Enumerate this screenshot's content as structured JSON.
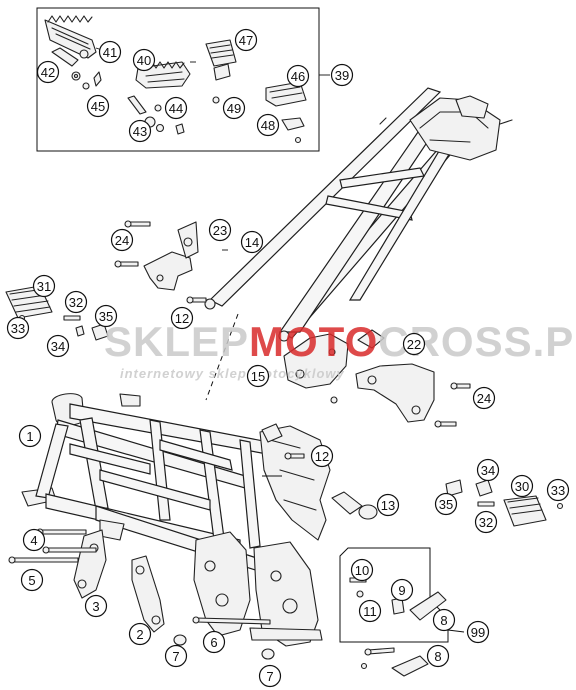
{
  "watermark": {
    "brand_left": "SKLEP",
    "brand_mid": "MOTO",
    "brand_right": "CROSS",
    "brand_tld": ".PL",
    "tagline": "internetowy sklep motocyklowy",
    "colors": {
      "grey": "#c9c9c9",
      "red": "#d92b2b"
    }
  },
  "callouts": [
    {
      "id": "c41",
      "label": "41"
    },
    {
      "id": "c42",
      "label": "42"
    },
    {
      "id": "c45",
      "label": "45"
    },
    {
      "id": "c40",
      "label": "40"
    },
    {
      "id": "c44",
      "label": "44"
    },
    {
      "id": "c43",
      "label": "43"
    },
    {
      "id": "c47",
      "label": "47"
    },
    {
      "id": "c46",
      "label": "46"
    },
    {
      "id": "c49",
      "label": "49"
    },
    {
      "id": "c48",
      "label": "48"
    },
    {
      "id": "c39",
      "label": "39"
    },
    {
      "id": "c23",
      "label": "23"
    },
    {
      "id": "c24a",
      "label": "24"
    },
    {
      "id": "c14",
      "label": "14"
    },
    {
      "id": "c12a",
      "label": "12"
    },
    {
      "id": "c31",
      "label": "31"
    },
    {
      "id": "c32a",
      "label": "32"
    },
    {
      "id": "c35",
      "label": "35"
    },
    {
      "id": "c33a",
      "label": "33"
    },
    {
      "id": "c34a",
      "label": "34"
    },
    {
      "id": "c22",
      "label": "22"
    },
    {
      "id": "c15",
      "label": "15"
    },
    {
      "id": "c24b",
      "label": "24"
    },
    {
      "id": "c1",
      "label": "1"
    },
    {
      "id": "c12b",
      "label": "12"
    },
    {
      "id": "c13",
      "label": "13"
    },
    {
      "id": "c34b",
      "label": "34"
    },
    {
      "id": "c35b",
      "label": "35"
    },
    {
      "id": "c30",
      "label": "30"
    },
    {
      "id": "c33b",
      "label": "33"
    },
    {
      "id": "c32b",
      "label": "32"
    },
    {
      "id": "c4",
      "label": "4"
    },
    {
      "id": "c5",
      "label": "5"
    },
    {
      "id": "c3",
      "label": "3"
    },
    {
      "id": "c2",
      "label": "2"
    },
    {
      "id": "c7a",
      "label": "7"
    },
    {
      "id": "c6",
      "label": "6"
    },
    {
      "id": "c7b",
      "label": "7"
    },
    {
      "id": "c10",
      "label": "10"
    },
    {
      "id": "c9",
      "label": "9"
    },
    {
      "id": "c11",
      "label": "11"
    },
    {
      "id": "c8a",
      "label": "8"
    },
    {
      "id": "c99",
      "label": "99"
    },
    {
      "id": "c8b",
      "label": "8"
    }
  ]
}
